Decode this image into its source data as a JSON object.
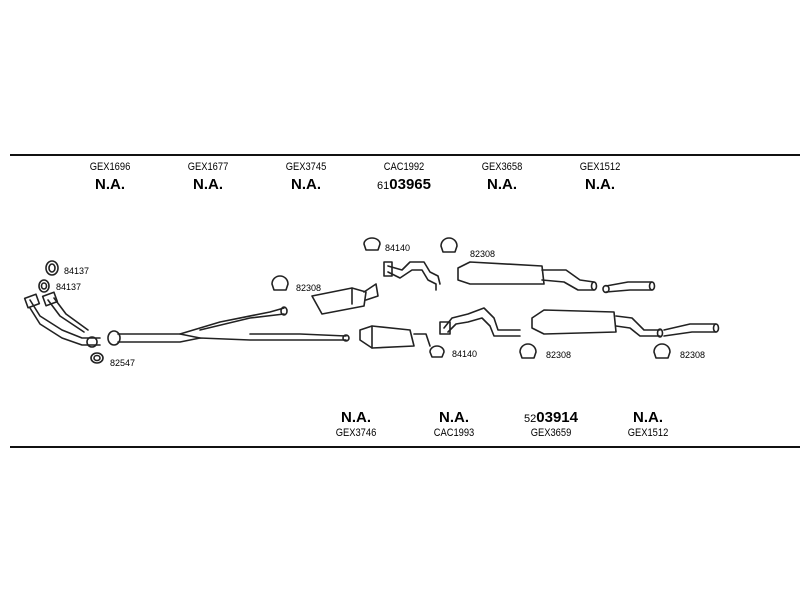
{
  "top": {
    "items": [
      {
        "code": "GEX1696",
        "ref": "N.A."
      },
      {
        "code": "GEX1677",
        "ref": "N.A."
      },
      {
        "code": "GEX3745",
        "ref": "N.A."
      },
      {
        "code": "CAC1992",
        "ref_prefix": "61",
        "ref": "03965"
      },
      {
        "code": "GEX3658",
        "ref": "N.A."
      },
      {
        "code": "GEX1512",
        "ref": "N.A."
      }
    ]
  },
  "bottom": {
    "items": [
      {
        "code": "GEX3746",
        "ref": "N.A."
      },
      {
        "code": "CAC1993",
        "ref": "N.A."
      },
      {
        "code": "GEX3659",
        "ref_prefix": "52",
        "ref": "03914"
      },
      {
        "code": "GEX1512",
        "ref": "N.A."
      }
    ]
  },
  "parts": {
    "p84137a": "84137",
    "p84137b": "84137",
    "p82547": "82547",
    "p82308a": "82308",
    "p84140a": "84140",
    "p82308b": "82308",
    "p84140b": "84140",
    "p82308c": "82308",
    "p82308d": "82308"
  }
}
